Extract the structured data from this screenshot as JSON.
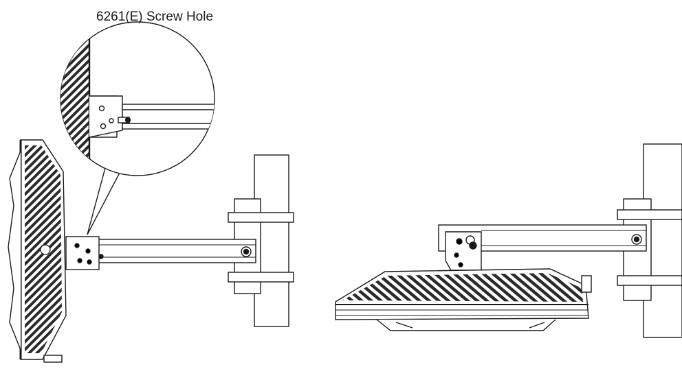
{
  "callout": {
    "label": "6261(E) Screw Hole"
  },
  "figures": {
    "left": {
      "name": "wall-mounted fixture, side view with zoom callout"
    },
    "right": {
      "name": "wall-mounted fixture, downward view"
    }
  },
  "colors": {
    "line": "#1a1a1a",
    "fin": "#2a2a2a",
    "background": "#ffffff"
  }
}
